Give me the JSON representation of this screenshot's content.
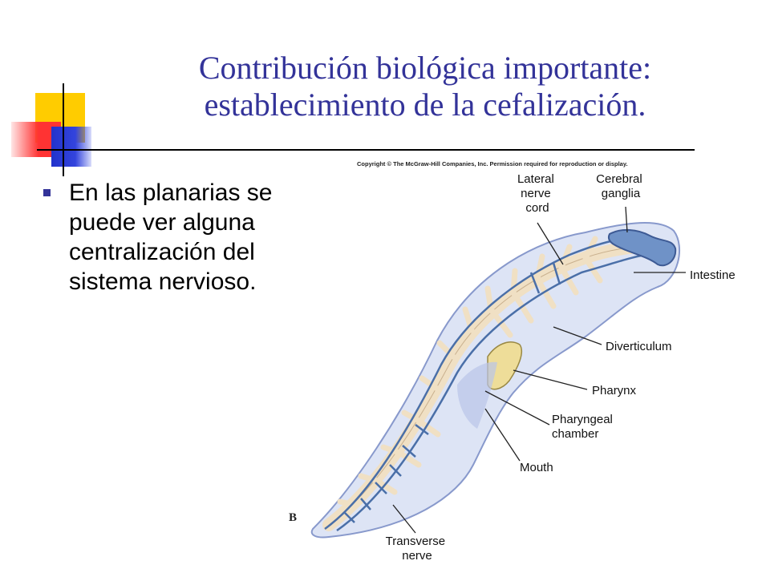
{
  "slide": {
    "title_line1": "Contribución biológica importante:",
    "title_line2": "establecimiento de la cefalización.",
    "bullets": [
      "En las planarias se puede ver alguna centralización del sistema nervioso."
    ]
  },
  "figure": {
    "copyright": "Copyright © The McGraw-Hill Companies, Inc. Permission required for reproduction or display.",
    "panel_letter": "B",
    "labels": {
      "lateral_nerve_cord": [
        "Lateral",
        "nerve",
        "cord"
      ],
      "cerebral_ganglia": [
        "Cerebral",
        "ganglia"
      ],
      "intestine": [
        "Intestine"
      ],
      "diverticulum": [
        "Diverticulum"
      ],
      "pharynx": [
        "Pharynx"
      ],
      "pharyngeal_chamber": [
        "Pharyngeal",
        "chamber"
      ],
      "mouth": [
        "Mouth"
      ],
      "transverse_nerve": [
        "Transverse",
        "nerve"
      ]
    }
  }
}
